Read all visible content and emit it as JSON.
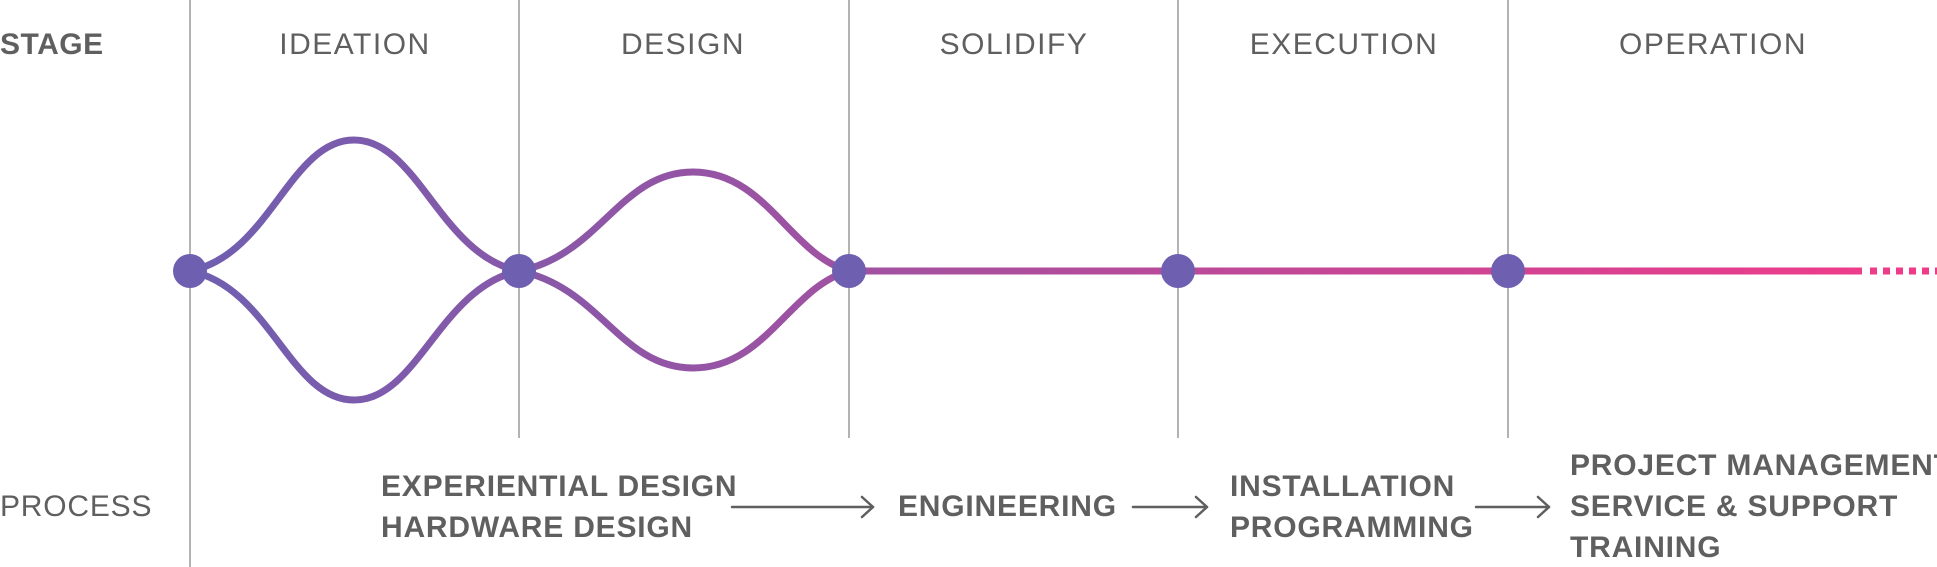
{
  "row_labels": {
    "stage": "STAGE",
    "process": "PROCESS"
  },
  "stages": [
    "IDEATION",
    "DESIGN",
    "SOLIDIFY",
    "EXECUTION",
    "OPERATION"
  ],
  "process_groups": [
    {
      "lines": [
        "EXPERIENTIAL DESIGN",
        "HARDWARE DESIGN"
      ]
    },
    {
      "lines": [
        "ENGINEERING"
      ]
    },
    {
      "lines": [
        "INSTALLATION",
        "PROGRAMMING"
      ]
    },
    {
      "lines": [
        "PROJECT MANAGEMENT",
        "SERVICE & SUPPORT",
        "TRAINING"
      ]
    }
  ],
  "colors": {
    "text": "#5f5f5f",
    "divider": "#9a9a9a",
    "node": "#6f5fb0",
    "line_start": "#6f5fb0",
    "line_end": "#f23a88",
    "arrow": "#5f5f5f"
  }
}
